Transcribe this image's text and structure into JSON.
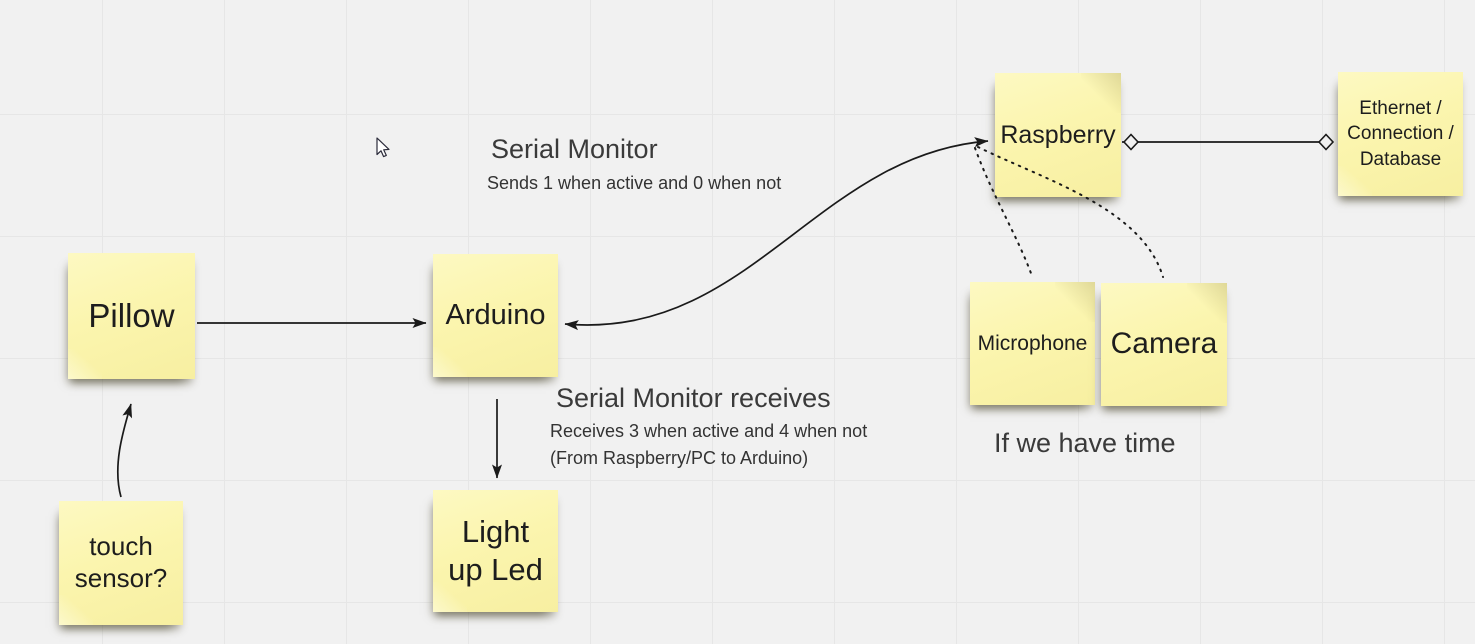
{
  "canvas": {
    "background_color": "#f1f1f1",
    "grid_line_color": "#e6e6e6",
    "note_color": "#fbf5ae",
    "connector_color": "#1a1a1a"
  },
  "notes": {
    "pillow": {
      "label": "Pillow"
    },
    "touch_sensor": {
      "label": "touch sensor?"
    },
    "arduino": {
      "label": "Arduino"
    },
    "light_up_led": {
      "label": "Light up Led"
    },
    "raspberry": {
      "label": "Raspberry"
    },
    "microphone": {
      "label": "Microphone"
    },
    "camera": {
      "label": "Camera"
    },
    "ethernet": {
      "label": "Ethernet / Connection / Database"
    }
  },
  "annotations": {
    "serial_monitor": {
      "title": "Serial Monitor",
      "subtitle": "Sends 1 when active and 0 when not"
    },
    "serial_monitor_receives": {
      "title": "Serial Monitor receives",
      "line1": "Receives 3 when active and 4 when not",
      "line2": "(From Raspberry/PC to Arduino)"
    },
    "if_we_have_time": {
      "text": "If we have time"
    }
  },
  "connectors": [
    {
      "id": "pillow-to-arduino",
      "from": "pillow",
      "to": "arduino",
      "style": "solid",
      "ends": "arrow-end"
    },
    {
      "id": "touch-sensor-to-pillow",
      "from": "touch_sensor",
      "to": "pillow",
      "style": "solid",
      "ends": "arrow-end"
    },
    {
      "id": "arduino-raspberry",
      "from": "arduino",
      "to": "raspberry",
      "style": "solid",
      "ends": "arrow-both"
    },
    {
      "id": "arduino-to-light-up-led",
      "from": "arduino",
      "to": "light_up_led",
      "style": "solid",
      "ends": "arrow-end"
    },
    {
      "id": "raspberry-ethernet",
      "from": "raspberry",
      "to": "ethernet",
      "style": "solid",
      "ends": "diamond-both"
    },
    {
      "id": "raspberry-to-microphone",
      "from": "raspberry",
      "to": "microphone",
      "style": "dotted",
      "ends": "none"
    },
    {
      "id": "raspberry-to-camera",
      "from": "raspberry",
      "to": "camera",
      "style": "dotted",
      "ends": "none"
    }
  ]
}
